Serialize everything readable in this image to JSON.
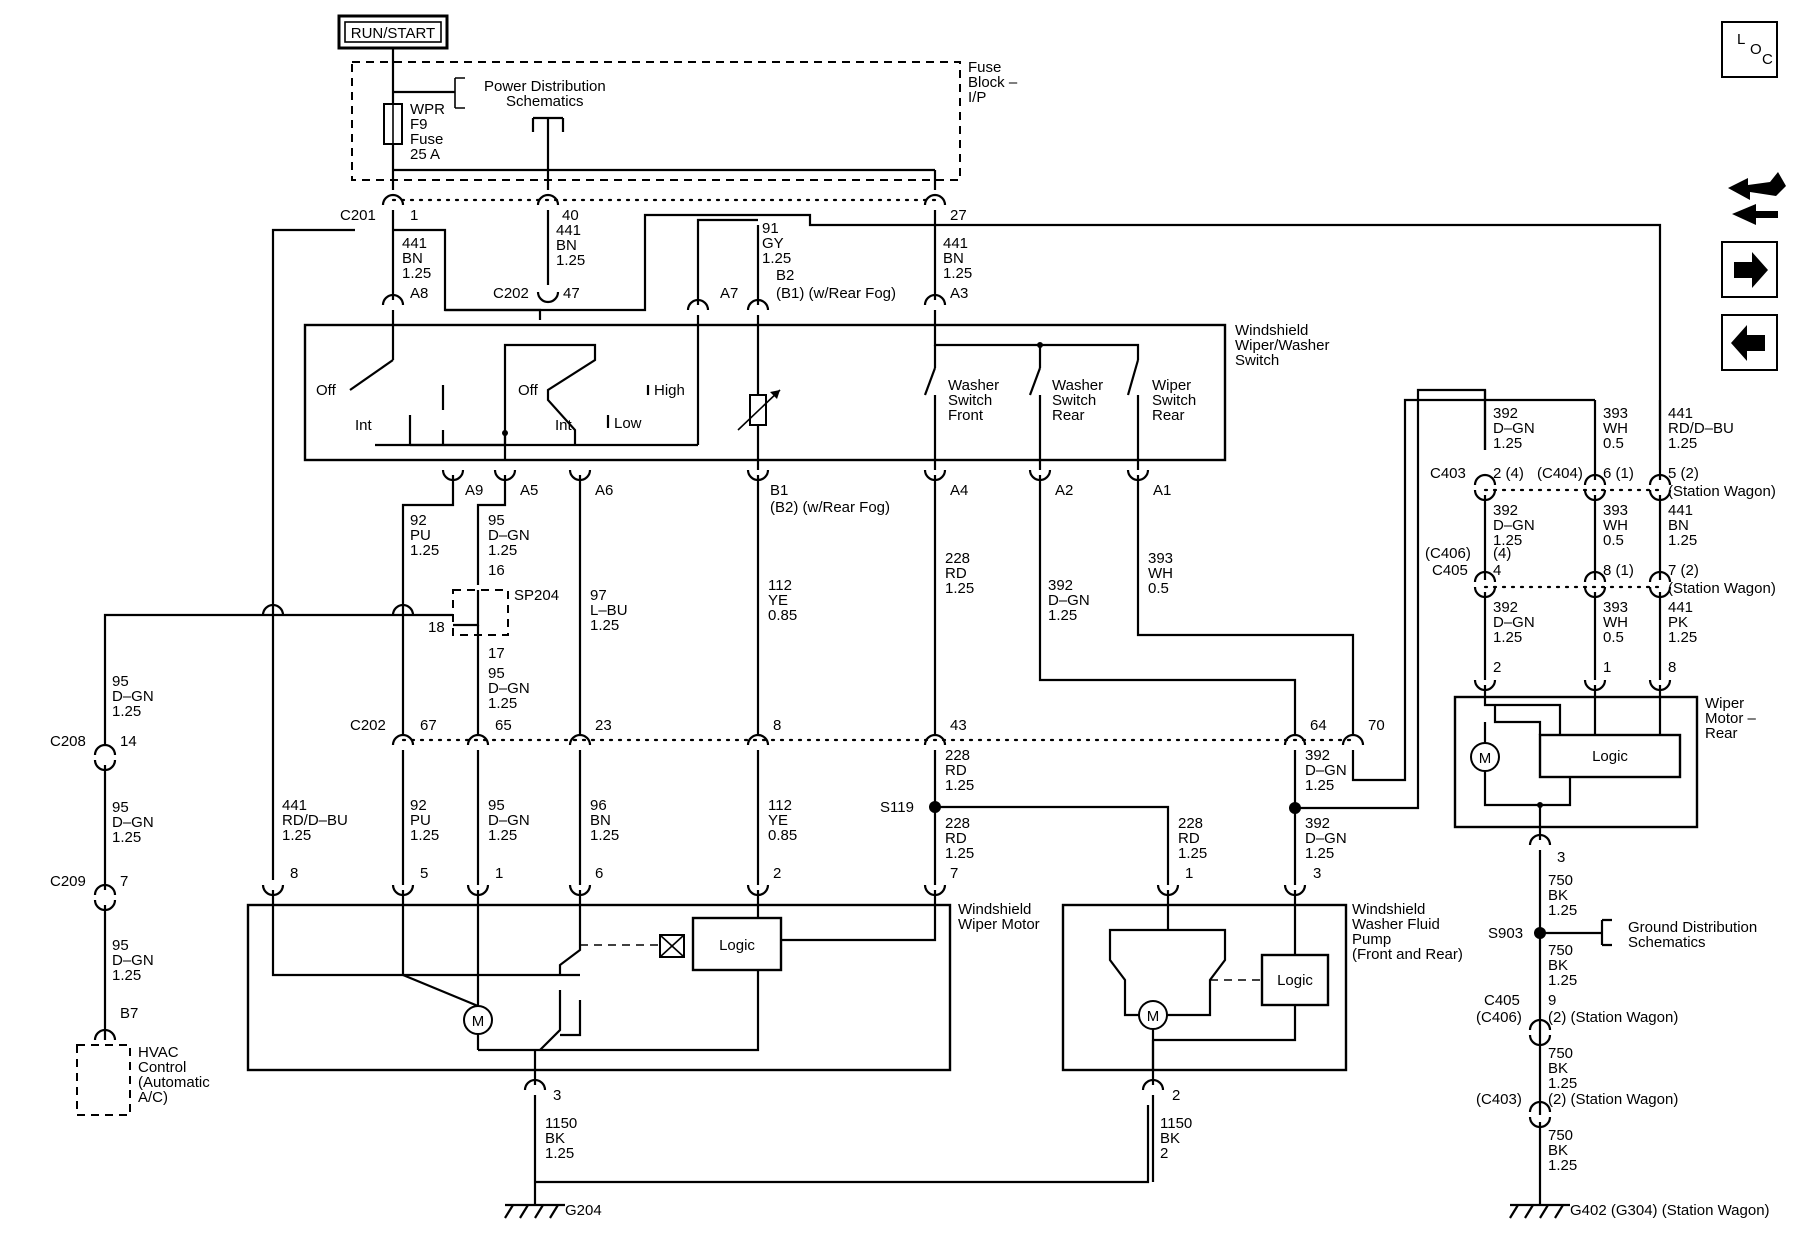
{
  "power": {
    "run_start": "RUN/START"
  },
  "fuse_block": {
    "name": [
      "Fuse",
      "Block –",
      "I/P"
    ],
    "fuse": [
      "WPR",
      "F9",
      "Fuse",
      "25 A"
    ],
    "power_dist": [
      "Power Distribution",
      "Schematics"
    ]
  },
  "connectors": {
    "c201": "C201",
    "c202": "C202",
    "c202b": "C202",
    "c208": "C208",
    "c209": "C209",
    "c403": "C403",
    "c404": "(C404)",
    "c405": "C405",
    "c406": "(C406)",
    "c405b": "C405",
    "c406b": "(C406)",
    "c403b": "(C403)",
    "sp204": "SP204",
    "s119": "S119",
    "s903": "S903",
    "g204": "G204",
    "g402": "G402 (G304) (Station Wagon)"
  },
  "pins": {
    "p1": "1",
    "p40": "40",
    "p27": "27",
    "p47": "47",
    "a8": "A8",
    "a7": "A7",
    "b2": "B2",
    "b2note": "(B1) (w/Rear Fog)",
    "a3": "A3",
    "a9": "A9",
    "a5": "A5",
    "a6": "A6",
    "b1": "B1",
    "b1note": "(B2) (w/Rear Fog)",
    "a4": "A4",
    "a2": "A2",
    "a1": "A1",
    "p16": "16",
    "p18": "18",
    "p17": "17",
    "p67": "67",
    "p65": "65",
    "p23": "23",
    "p8": "8",
    "p43": "43",
    "p64": "64",
    "p70": "70",
    "p14": "14",
    "p7b": "7",
    "b7": "B7",
    "m8": "8",
    "m5": "5",
    "m1": "1",
    "m6": "6",
    "m2": "2",
    "m7": "7",
    "pu1": "1",
    "pu3": "3",
    "g3": "3",
    "g2": "2",
    "r2": "2 (4)",
    "r6": "6 (1)",
    "r5": "5 (2)",
    "sw1": "(Station Wagon)",
    "r4a": "(4)",
    "r4": "4",
    "r8": "8 (1)",
    "r7": "7 (2)",
    "sw2": "(Station Wagon)",
    "rm2": "2",
    "rm1": "1",
    "rm8": "8",
    "rm3": "3",
    "c9": "9",
    "c2sw": "(2) (Station Wagon)",
    "c2sw2": "(2) (Station Wagon)"
  },
  "wires": {
    "w441a": [
      "441",
      "BN",
      "1.25"
    ],
    "w441b": [
      "441",
      "BN",
      "1.25"
    ],
    "w91": [
      "91",
      "GY",
      "1.25"
    ],
    "w441c": [
      "441",
      "BN",
      "1.25"
    ],
    "w92a": [
      "92",
      "PU",
      "1.25"
    ],
    "w95a": [
      "95",
      "D–GN",
      "1.25"
    ],
    "w97": [
      "97",
      "L–BU",
      "1.25"
    ],
    "w112a": [
      "112",
      "YE",
      "0.85"
    ],
    "w228a": [
      "228",
      "RD",
      "1.25"
    ],
    "w392a": [
      "392",
      "D–GN",
      "1.25"
    ],
    "w393a": [
      "393",
      "WH",
      "0.5"
    ],
    "w95b": [
      "95",
      "D–GN",
      "1.25"
    ],
    "w95c": [
      "95",
      "D–GN",
      "1.25"
    ],
    "w95d": [
      "95",
      "D–GN",
      "1.25"
    ],
    "w95e": [
      "95",
      "D–GN",
      "1.25"
    ],
    "w441rd": [
      "441",
      "RD/D–BU",
      "1.25"
    ],
    "w92b": [
      "92",
      "PU",
      "1.25"
    ],
    "w95f": [
      "95",
      "D–GN",
      "1.25"
    ],
    "w96": [
      "96",
      "BN",
      "1.25"
    ],
    "w112b": [
      "112",
      "YE",
      "0.85"
    ],
    "w228b": [
      "228",
      "RD",
      "1.25"
    ],
    "w228c": [
      "228",
      "RD",
      "1.25"
    ],
    "w228d": [
      "228",
      "RD",
      "1.25"
    ],
    "w392b": [
      "392",
      "D–GN",
      "1.25"
    ],
    "w392c": [
      "392",
      "D–GN",
      "1.25"
    ],
    "w1150a": [
      "1150",
      "BK",
      "1.25"
    ],
    "w1150b": [
      "1150",
      "BK",
      "2"
    ],
    "r392a": [
      "392",
      "D–GN",
      "1.25"
    ],
    "r393a": [
      "393",
      "WH",
      "0.5"
    ],
    "r441a": [
      "441",
      "RD/D–BU",
      "1.25"
    ],
    "r392b": [
      "392",
      "D–GN",
      "1.25"
    ],
    "r393b": [
      "393",
      "WH",
      "0.5"
    ],
    "r441b": [
      "441",
      "BN",
      "1.25"
    ],
    "r392c": [
      "392",
      "D–GN",
      "1.25"
    ],
    "r393c": [
      "393",
      "WH",
      "0.5"
    ],
    "r441c": [
      "441",
      "PK",
      "1.25"
    ],
    "g750a": [
      "750",
      "BK",
      "1.25"
    ],
    "g750b": [
      "750",
      "BK",
      "1.25"
    ],
    "g750c": [
      "750",
      "BK",
      "1.25"
    ],
    "g750d": [
      "750",
      "BK",
      "1.25"
    ]
  },
  "switch": {
    "name": [
      "Windshield",
      "Wiper/Washer",
      "Switch"
    ],
    "off1": "Off",
    "int1": "Int",
    "off2": "Off",
    "high": "High",
    "int2": "Int",
    "low": "Low",
    "washer_front": [
      "Washer",
      "Switch",
      "Front"
    ],
    "washer_rear": [
      "Washer",
      "Switch",
      "Rear"
    ],
    "wiper_rear": [
      "Wiper",
      "Switch",
      "Rear"
    ]
  },
  "components": {
    "wiper_motor": [
      "Windshield",
      "Wiper Motor"
    ],
    "washer_pump": [
      "Windshield",
      "Washer Fluid",
      "Pump",
      "(Front and Rear)"
    ],
    "rear_motor": [
      "Wiper",
      "Motor –",
      "Rear"
    ],
    "hvac": [
      "HVAC",
      "Control",
      "(Automatic",
      "A/C)"
    ],
    "ground_dist": [
      "Ground Distribution",
      "Schematics"
    ],
    "logic1": "Logic",
    "logic2": "Logic",
    "logic3": "Logic",
    "m1": "M",
    "m2": "M",
    "m3": "M"
  },
  "nav": {
    "loc": [
      "L",
      "O",
      "C"
    ]
  }
}
